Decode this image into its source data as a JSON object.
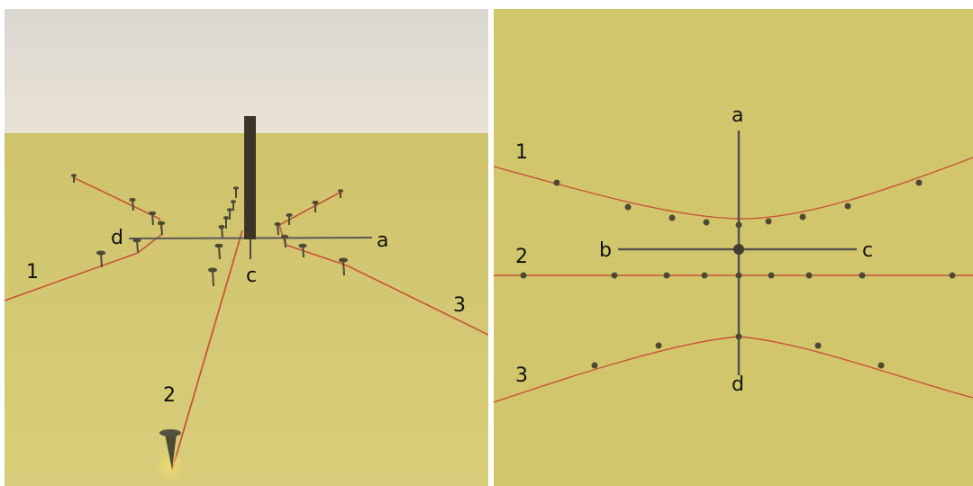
{
  "left_view": {
    "axis_labels": {
      "a": "a",
      "c": "c",
      "d": "d"
    },
    "line_labels": {
      "l1": "1",
      "l2": "2",
      "l3": "3"
    }
  },
  "right_view": {
    "axis_labels": {
      "a": "a",
      "b": "b",
      "c": "c",
      "d": "d"
    },
    "line_labels": {
      "l1": "1",
      "l2": "2",
      "l3": "3"
    }
  },
  "colors": {
    "ground": "#d2c66c",
    "sky": "#e0ddd0",
    "string": "#c9543a",
    "stake": "#4d4a33",
    "post": "#3a3526"
  }
}
